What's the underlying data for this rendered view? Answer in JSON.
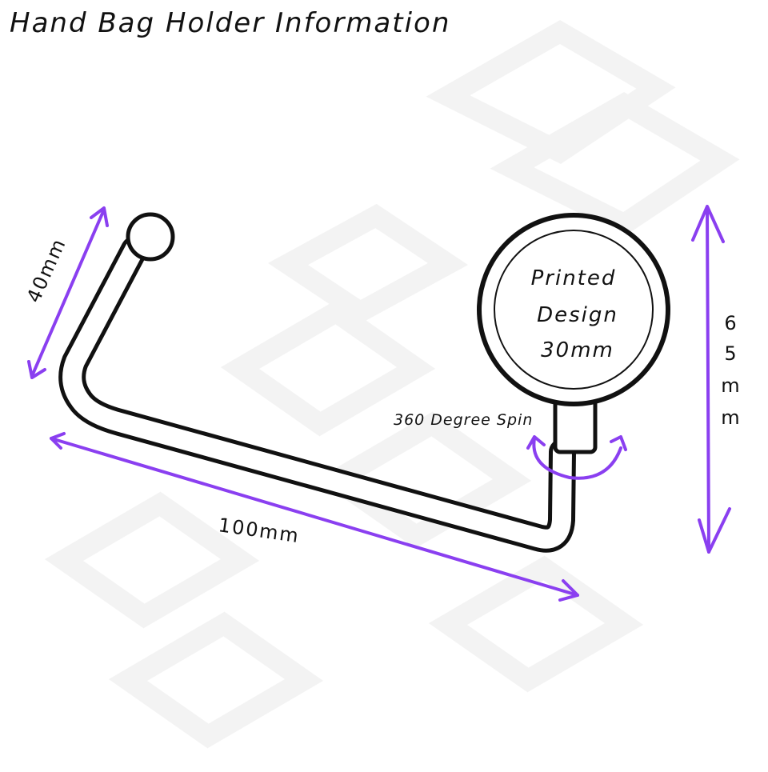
{
  "title": "Hand Bag Holder Information",
  "labels": {
    "height_side": "40mm",
    "length": "100mm",
    "disc_line1": "Printed",
    "disc_line2": "Design",
    "disc_line3": "30mm",
    "spin": "360 Degree Spin",
    "total_height": [
      "6",
      "5",
      "m",
      "m"
    ]
  },
  "colors": {
    "ink": "#111111",
    "dimension_arrow": "#8a3ff0",
    "background": "#ffffff",
    "watermark": "#f2f2f2"
  }
}
